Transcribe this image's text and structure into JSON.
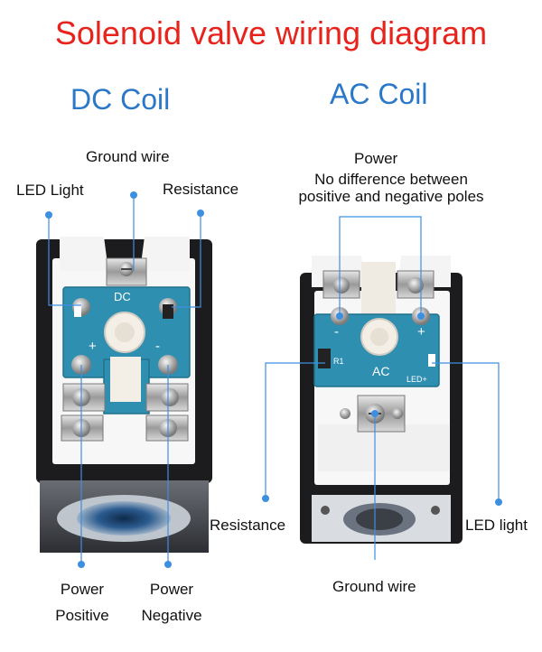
{
  "title": "Solenoid valve wiring diagram",
  "dc": {
    "heading": "DC Coil",
    "labels": {
      "ground_wire": "Ground wire",
      "led_light": "LED Light",
      "resistance": "Resistance",
      "power_positive_1": "Power",
      "power_positive_2": "Positive",
      "power_negative_1": "Power",
      "power_negative_2": "Negative"
    },
    "board": {
      "code": "DC",
      "plus": "+",
      "minus": "-"
    }
  },
  "ac": {
    "heading": "AC Coil",
    "labels": {
      "power": "Power",
      "note_1": "No difference between",
      "note_2": "positive and negative poles",
      "resistance": "Resistance",
      "led_light": "LED light",
      "ground_wire": "Ground wire"
    },
    "board": {
      "code": "AC",
      "plus": "+",
      "minus": "-",
      "r_marking": "R1",
      "led_marking": "LED+"
    }
  },
  "colors": {
    "title": "#e8231b",
    "coil_heading": "#2b78c9",
    "pointer": "#3d8fe0",
    "board": "#2f8fb0",
    "housing": "#1c1c1e"
  }
}
